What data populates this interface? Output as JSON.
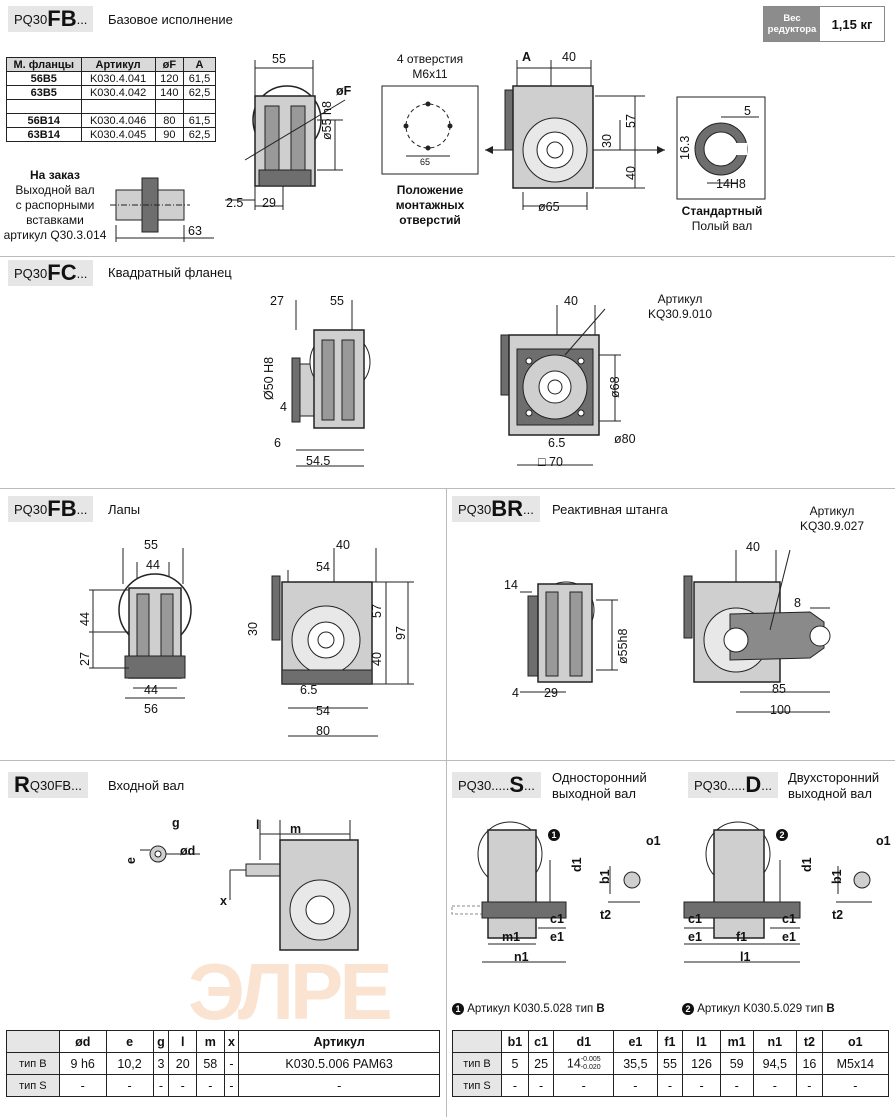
{
  "weight": {
    "label": "Вес редуктора",
    "value": "1,15 кг"
  },
  "fb": {
    "prefix": "PQ30",
    "code": "FB",
    "suffix": "...",
    "title": "Базовое исполнение",
    "table_headers": [
      "М. фланцы",
      "Артикул",
      "øF",
      "A"
    ],
    "table_rows": [
      [
        "56B5",
        "K030.4.041",
        "120",
        "61,5"
      ],
      [
        "63B5",
        "K030.4.042",
        "140",
        "62,5"
      ],
      [
        "",
        "",
        "",
        ""
      ],
      [
        "56B14",
        "K030.4.046",
        "80",
        "61,5"
      ],
      [
        "63B14",
        "K030.4.045",
        "90",
        "62,5"
      ]
    ],
    "order_title": "На заказ",
    "order_lines": [
      "Выходной вал",
      "с распорными",
      "вставками",
      "артикул Q30.3.014"
    ],
    "holes_title": "4 отверстия",
    "holes_size": "M6x11",
    "mount_caption": [
      "Положение",
      "монтажных",
      "отверстий"
    ],
    "hollow_caption_b": "Стандартный",
    "hollow_caption": "Полый вал",
    "dims": {
      "d55": "55",
      "dF": "øF",
      "d55h8": "ø55 h8",
      "d25": "2.5",
      "d29": "29",
      "d63": "63",
      "dA": "A",
      "d40": "40",
      "d57": "57",
      "d30": "30",
      "d40b": "40",
      "d65": "ø65",
      "d65h": "65",
      "d5": "5",
      "d163": "16.3",
      "d14h8": "14H8"
    }
  },
  "fc": {
    "prefix": "PQ30",
    "code": "FC",
    "suffix": "...",
    "title": "Квадратный фланец",
    "article_label": "Артикул",
    "article": "KQ30.9.010",
    "dims": {
      "d27": "27",
      "d55": "55",
      "d50h8": "Ø50 H8",
      "d4": "4",
      "d6": "6",
      "d545": "54.5",
      "d40": "40",
      "d68": "ø68",
      "d65": "6.5",
      "d80": "ø80",
      "d70": "□ 70"
    }
  },
  "feet": {
    "prefix": "PQ30",
    "code": "FB",
    "suffix": "...",
    "title": "Лапы",
    "dims": {
      "d55": "55",
      "d44": "44",
      "d44v": "44",
      "d27": "27",
      "d44b": "44",
      "d56": "56",
      "d40": "40",
      "d54": "54",
      "d30": "30",
      "d57": "57",
      "d40v": "40",
      "d97": "97",
      "d65": "6.5",
      "d54b": "54",
      "d80": "80"
    }
  },
  "br": {
    "prefix": "PQ30",
    "code": "BR",
    "suffix": "...",
    "title": "Реактивная штанга",
    "article_label": "Артикул",
    "article": "KQ30.9.027",
    "dims": {
      "d14": "14",
      "d55h8": "ø55h8",
      "d4": "4",
      "d29": "29",
      "d40": "40",
      "d8": "8",
      "d85": "85",
      "d100": "100"
    }
  },
  "input": {
    "prefix_r": "R",
    "prefix": "Q30FB",
    "suffix": "...",
    "title": "Входной вал",
    "dims": {
      "l": "l",
      "m": "m",
      "g": "g",
      "e": "e",
      "d": "ød",
      "x": "x"
    },
    "table_headers": [
      "",
      "ød",
      "e",
      "g",
      "l",
      "m",
      "x",
      "Артикул"
    ],
    "table_rows": [
      [
        "тип B",
        "9 h6",
        "10,2",
        "3",
        "20",
        "58",
        "-",
        "K030.5.006 PAM63"
      ],
      [
        "тип S",
        "-",
        "-",
        "-",
        "-",
        "-",
        "-",
        "-"
      ]
    ]
  },
  "shaft": {
    "s_prefix": "PQ30.....",
    "s_code": "S",
    "s_suffix": "...",
    "s_title": [
      "Односторонний",
      "выходной вал"
    ],
    "d_prefix": "PQ30.....",
    "d_code": "D",
    "d_suffix": "...",
    "d_title": [
      "Двухсторонний",
      "выходной вал"
    ],
    "dims": {
      "d1": "d1",
      "b1": "b1",
      "o1": "o1",
      "t2": "t2",
      "c1": "c1",
      "e1": "e1",
      "m1": "m1",
      "n1": "n1",
      "f1": "f1",
      "l1": "l1"
    },
    "note1_num": "1",
    "note1": "Артикул K030.5.028  тип",
    "note2_num": "2",
    "note2": "Артикул K030.5.029  тип",
    "note_type": "B",
    "table_headers": [
      "",
      "b1",
      "c1",
      "d1",
      "e1",
      "f1",
      "l1",
      "m1",
      "n1",
      "t2",
      "o1"
    ],
    "table_rows": [
      [
        "тип B",
        "5",
        "25",
        "14",
        "35,5",
        "55",
        "126",
        "59",
        "94,5",
        "16",
        "M5x14"
      ],
      [
        "тип S",
        "-",
        "-",
        "-",
        "-",
        "-",
        "-",
        "-",
        "-",
        "-",
        "-"
      ]
    ],
    "tol_upper": "-0.005",
    "tol_lower": "-0.020"
  },
  "watermark": "ЭЛРЕ",
  "colors": {
    "header_bg": "#e6e6e6",
    "weight_bg": "#8c8c8c",
    "body_fill": "#cfcfcf",
    "dark_fill": "#6e6e6e",
    "watermark": "#f0a060"
  }
}
